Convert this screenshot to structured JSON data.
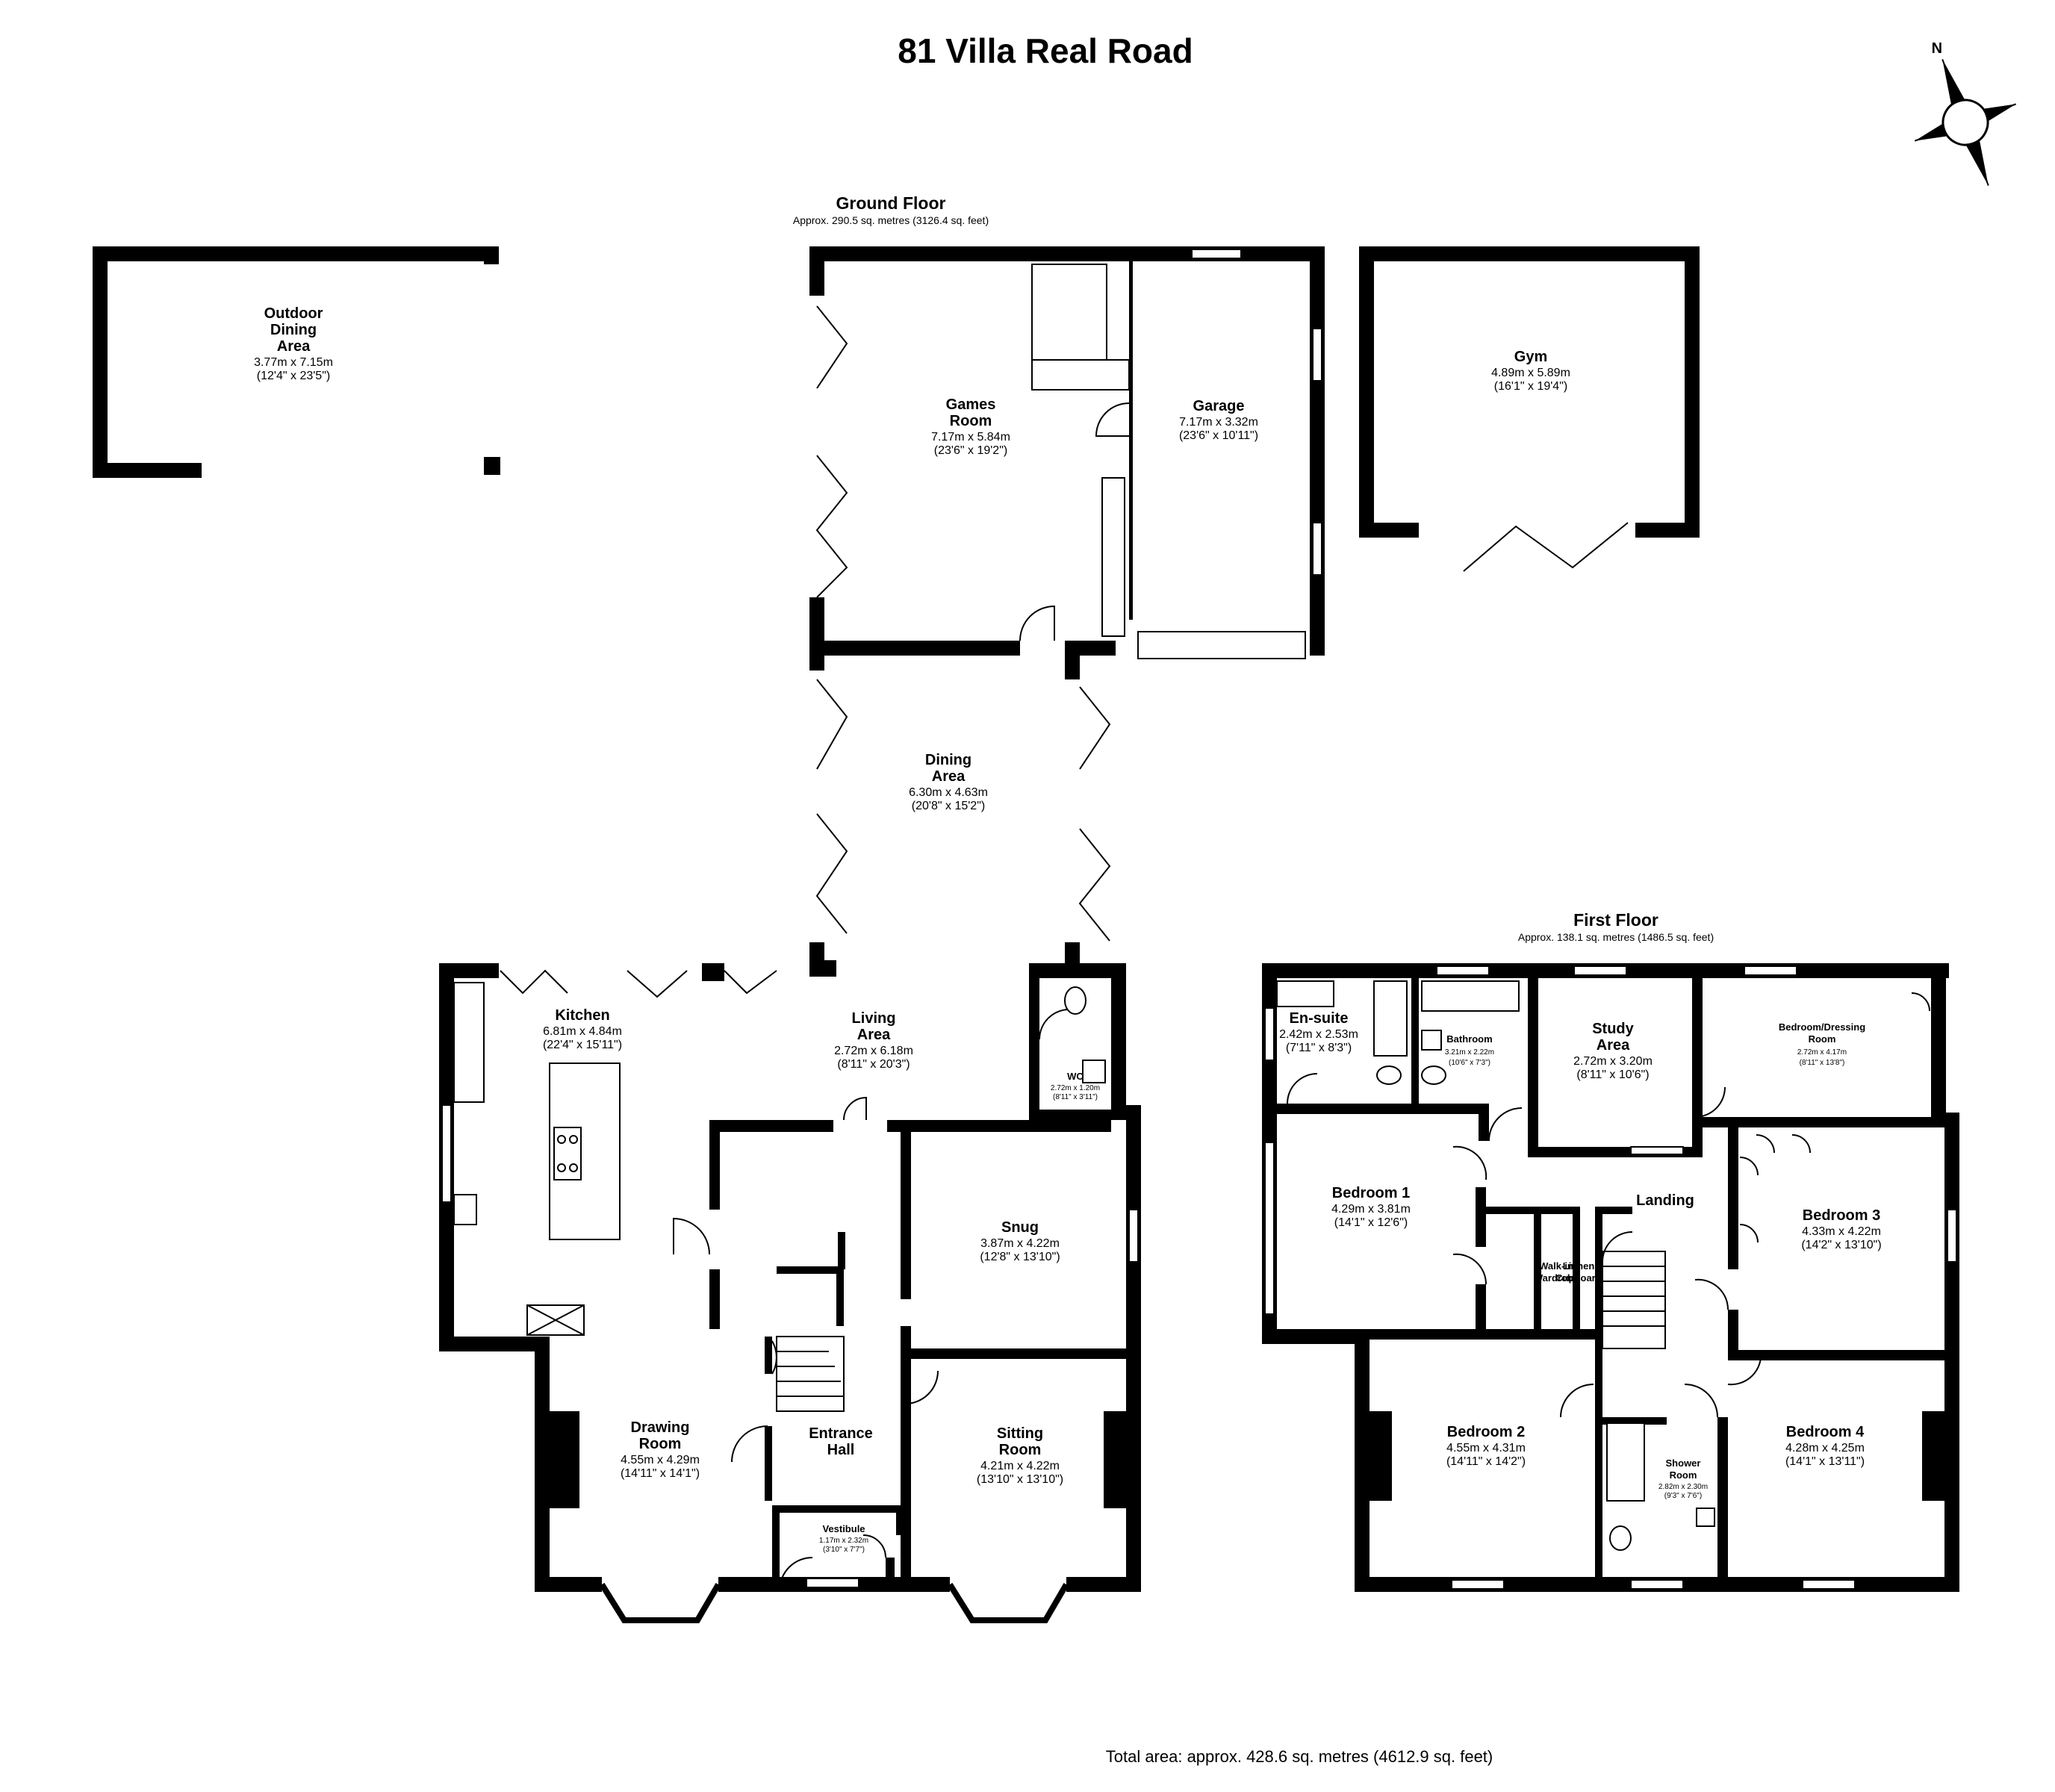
{
  "title": "81 Villa Real Road",
  "total_area": "Total area: approx. 428.6 sq. metres (4612.9 sq. feet)",
  "compass_icon": "north-arrow-icon",
  "compass_label": "N",
  "ground_floor": {
    "name": "Ground Floor",
    "area": "Approx. 290.5 sq. metres (3126.4 sq. feet)",
    "rooms": {
      "outdoor_dining": {
        "l1": "Outdoor",
        "l2": "Dining",
        "l3": "Area",
        "metric": "3.77m x 7.15m",
        "imperial": "(12'4\" x 23'5\")"
      },
      "games_room": {
        "l1": "Games",
        "l2": "Room",
        "metric": "7.17m x 5.84m",
        "imperial": "(23'6\" x 19'2\")"
      },
      "garage": {
        "l1": "Garage",
        "metric": "7.17m x 3.32m",
        "imperial": "(23'6\" x 10'11\")"
      },
      "gym": {
        "l1": "Gym",
        "metric": "4.89m x 5.89m",
        "imperial": "(16'1\" x 19'4\")"
      },
      "dining_area": {
        "l1": "Dining",
        "l2": "Area",
        "metric": "6.30m x 4.63m",
        "imperial": "(20'8\" x 15'2\")"
      },
      "kitchen": {
        "l1": "Kitchen",
        "metric": "6.81m x 4.84m",
        "imperial": "(22'4\" x 15'11\")"
      },
      "living_area": {
        "l1": "Living",
        "l2": "Area",
        "metric": "2.72m x 6.18m",
        "imperial": "(8'11\" x 20'3\")"
      },
      "wc": {
        "l1": "WC",
        "metric": "2.72m x 1.20m",
        "imperial": "(8'11\" x 3'11\")"
      },
      "snug": {
        "l1": "Snug",
        "metric": "3.87m x 4.22m",
        "imperial": "(12'8\" x 13'10\")"
      },
      "drawing_room": {
        "l1": "Drawing",
        "l2": "Room",
        "metric": "4.55m x 4.29m",
        "imperial": "(14'11\" x 14'1\")"
      },
      "entrance_hall": {
        "l1": "Entrance",
        "l2": "Hall"
      },
      "sitting_room": {
        "l1": "Sitting",
        "l2": "Room",
        "metric": "4.21m x 4.22m",
        "imperial": "(13'10\" x 13'10\")"
      },
      "vestibule": {
        "l1": "Vestibule",
        "metric": "1.17m x 2.32m",
        "imperial": "(3'10\" x 7'7\")"
      }
    }
  },
  "first_floor": {
    "name": "First Floor",
    "area": "Approx. 138.1 sq. metres (1486.5 sq. feet)",
    "rooms": {
      "en_suite": {
        "l1": "En-suite",
        "metric": "2.42m x 2.53m",
        "imperial": "(7'11\" x 8'3\")"
      },
      "bathroom": {
        "l1": "Bathroom",
        "metric": "3.21m x 2.22m",
        "imperial": "(10'6\" x 7'3\")"
      },
      "study_area": {
        "l1": "Study",
        "l2": "Area",
        "metric": "2.72m x 3.20m",
        "imperial": "(8'11\" x 10'6\")"
      },
      "bedroom_dressing": {
        "l1": "Bedroom/Dressing",
        "l2": "Room",
        "metric": "2.72m x 4.17m",
        "imperial": "(8'11\" x 13'8\")"
      },
      "bedroom_1": {
        "l1": "Bedroom 1",
        "metric": "4.29m x 3.81m",
        "imperial": "(14'1\" x 12'6\")"
      },
      "landing": {
        "l1": "Landing"
      },
      "walk_in_wardrobe": {
        "l1": "Walk-in",
        "l2": "Wardrobe"
      },
      "linnen_cupboard": {
        "l1": "Linnen",
        "l2": "Cupboard"
      },
      "bedroom_3": {
        "l1": "Bedroom 3",
        "metric": "4.33m x 4.22m",
        "imperial": "(14'2\" x 13'10\")"
      },
      "bedroom_2": {
        "l1": "Bedroom 2",
        "metric": "4.55m x 4.31m",
        "imperial": "(14'11\" x 14'2\")"
      },
      "shower_room": {
        "l1": "Shower",
        "l2": "Room",
        "metric": "2.82m x 2.30m",
        "imperial": "(9'3\" x 7'6\")"
      },
      "bedroom_4": {
        "l1": "Bedroom 4",
        "metric": "4.28m x 4.25m",
        "imperial": "(14'1\" x 13'11\")"
      }
    }
  }
}
